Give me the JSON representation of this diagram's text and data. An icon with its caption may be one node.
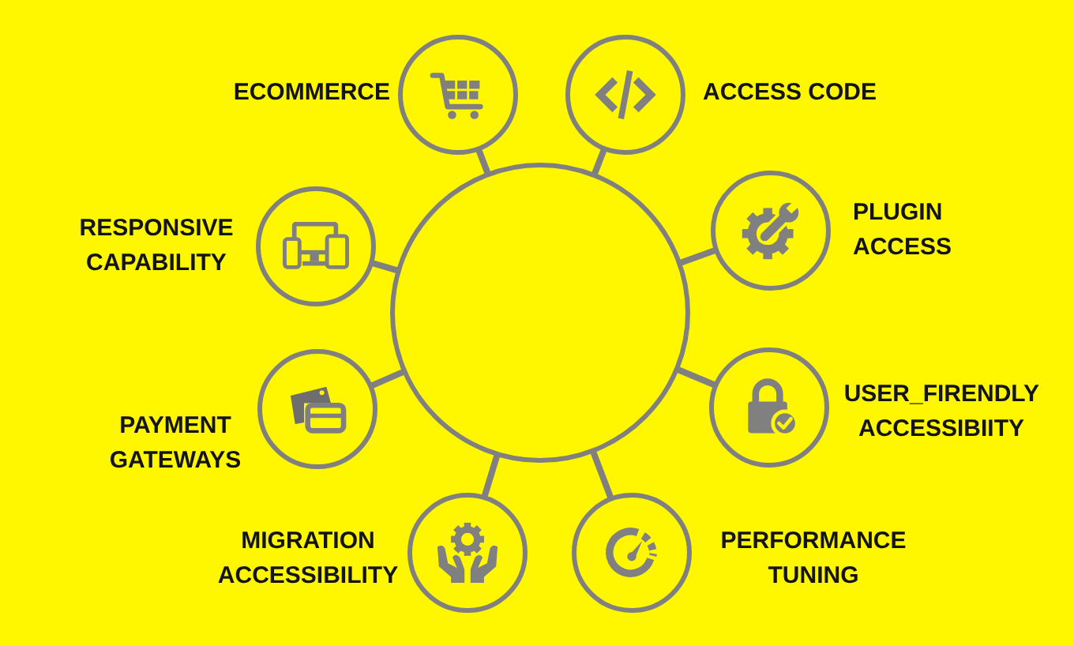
{
  "diagram": {
    "nodes": [
      {
        "text": [],
        "shape": "circle"
      },
      {
        "text": [],
        "shape": "circle",
        "beside": [
          "ECOMMERCE"
        ]
      },
      {
        "text": [],
        "shape": "circle",
        "beside": [
          "ACCESS CODE"
        ]
      },
      {
        "text": [],
        "shape": "circle",
        "beside": [
          "RESPONSIVE CAPABILITY"
        ]
      },
      {
        "text": [],
        "shape": "circle",
        "beside": [
          "PLUGIN ACCESS"
        ]
      },
      {
        "text": [],
        "shape": "circle",
        "beside": [
          "PAYMENT GATEWAYS"
        ]
      },
      {
        "text": [],
        "shape": "circle",
        "beside": [
          "USER_FIRENDLY ACCESSIBIITY"
        ]
      },
      {
        "text": [],
        "shape": "circle",
        "beside": [
          "MIGRATION ACCESSIBILITY"
        ]
      },
      {
        "text": [],
        "shape": "circle",
        "beside": [
          "PERFORMANCE TUNING"
        ]
      }
    ],
    "edges": [
      {
        "from": 0,
        "to": 1,
        "arrow": "none"
      },
      {
        "from": 0,
        "to": 2,
        "arrow": "none"
      },
      {
        "from": 0,
        "to": 3,
        "arrow": "none"
      },
      {
        "from": 0,
        "to": 4,
        "arrow": "none"
      },
      {
        "from": 0,
        "to": 5,
        "arrow": "none"
      },
      {
        "from": 0,
        "to": 6,
        "arrow": "none"
      },
      {
        "from": 0,
        "to": 7,
        "arrow": "none"
      },
      {
        "from": 0,
        "to": 8,
        "arrow": "none"
      }
    ]
  }
}
